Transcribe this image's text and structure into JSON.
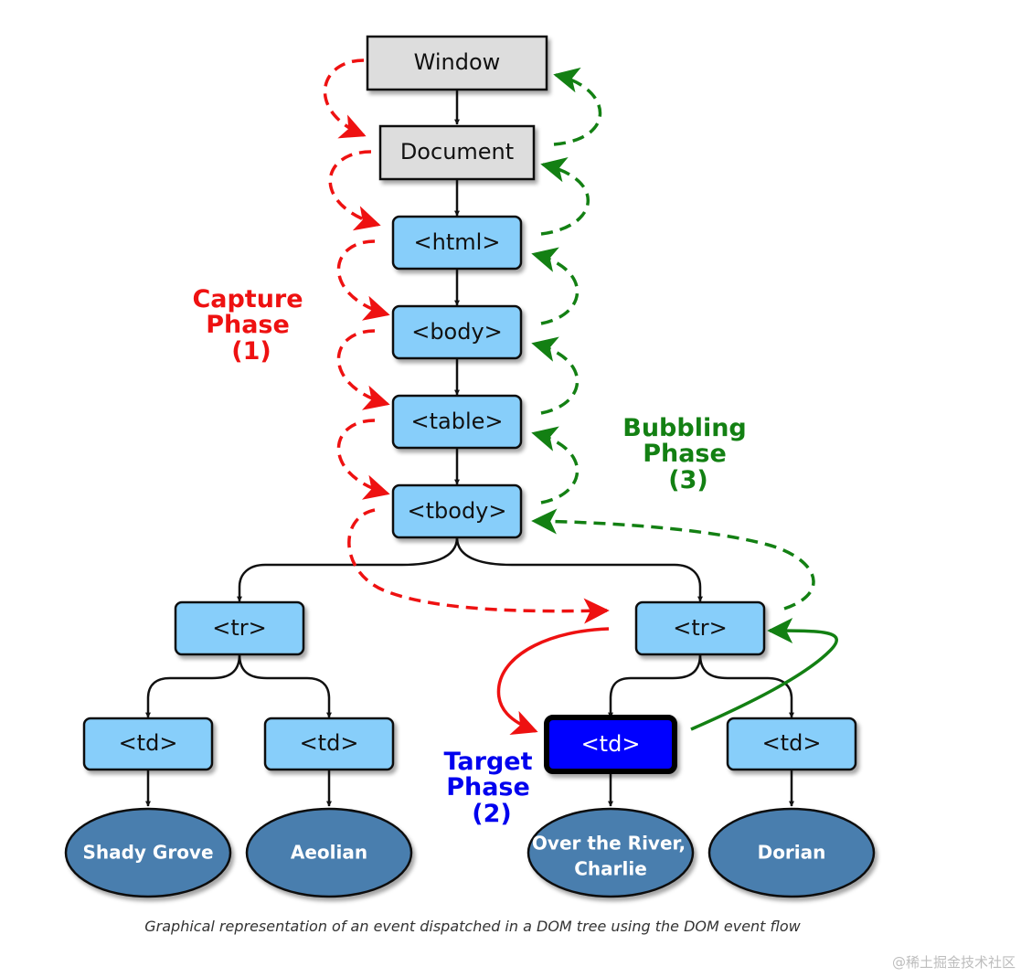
{
  "diagram": {
    "nodes": {
      "window": "Window",
      "document": "Document",
      "html": "<html>",
      "body": "<body>",
      "table": "<table>",
      "tbody": "<tbody>",
      "tr_left": "<tr>",
      "tr_right": "<tr>",
      "td_1": "<td>",
      "td_2": "<td>",
      "td_target": "<td>",
      "td_4": "<td>"
    },
    "leaves": {
      "leaf_1": "Shady Grove",
      "leaf_2": "Aeolian",
      "leaf_3_line1": "Over the River,",
      "leaf_3_line2": "Charlie",
      "leaf_4": "Dorian"
    },
    "phases": {
      "capture": {
        "line1": "Capture",
        "line2": "Phase",
        "line3": "(1)"
      },
      "bubbling": {
        "line1": "Bubbling",
        "line2": "Phase",
        "line3": "(3)"
      },
      "target": {
        "line1": "Target",
        "line2": "Phase",
        "line3": "(2)"
      }
    },
    "colors": {
      "capture": "#ee1111",
      "bubbling": "#138013",
      "target": "#0000ee",
      "element_fill": "#87cefa",
      "root_fill": "#dddddd",
      "leaf_fill": "#4a7eae",
      "target_fill": "#0000ff"
    }
  },
  "caption": "Graphical representation of an event dispatched in a DOM tree using the DOM event flow",
  "watermark": "@稀土掘金技术社区"
}
